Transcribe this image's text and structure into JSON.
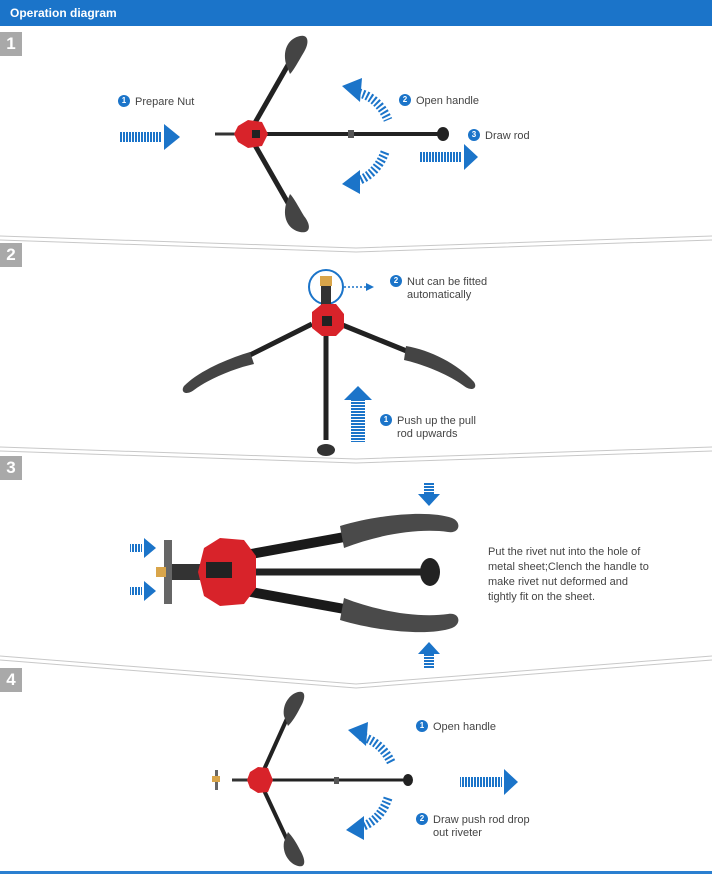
{
  "header": {
    "title": "Operation diagram"
  },
  "steps": [
    {
      "number": "1",
      "labels": [
        {
          "badge": "1",
          "text": "Prepare Nut"
        },
        {
          "badge": "2",
          "text": "Open handle"
        },
        {
          "badge": "3",
          "text": "Draw rod"
        }
      ]
    },
    {
      "number": "2",
      "labels": [
        {
          "badge": "2",
          "line1": "Nut can be fitted",
          "line2": "automatically"
        },
        {
          "badge": "1",
          "line1": "Push up the pull",
          "line2": "rod upwards"
        }
      ]
    },
    {
      "number": "3",
      "description": {
        "line1": "Put the rivet nut into the hole of",
        "line2": "metal sheet;Clench the handle to",
        "line3": "make rivet nut deformed and",
        "line4": "tightly fit on the sheet."
      }
    },
    {
      "number": "4",
      "labels": [
        {
          "badge": "1",
          "text": "Open handle"
        },
        {
          "badge": "2",
          "line1": "Draw push rod drop",
          "line2": "out riveter"
        }
      ]
    }
  ],
  "colors": {
    "header": "#1b74c9",
    "arrow": "#1b74c9",
    "tool_head": "#d8232a",
    "handle": "#4a4a4a",
    "number_box": "#a9a9a9"
  }
}
